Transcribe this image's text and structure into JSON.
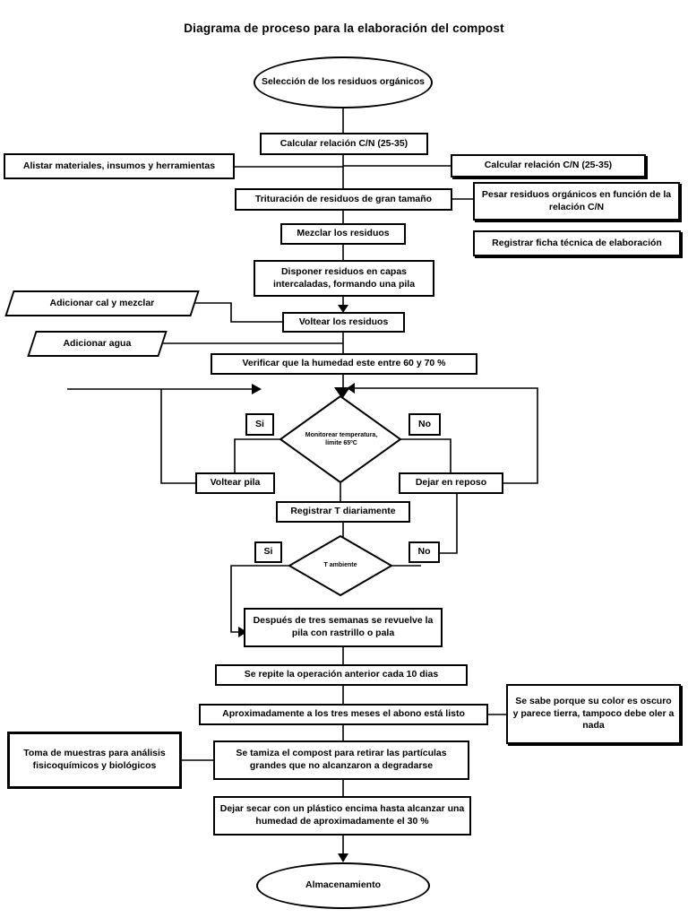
{
  "title": "Diagrama de proceso para la elaboración del compost",
  "colors": {
    "stroke": "#000000",
    "background": "#ffffff"
  },
  "nodes": {
    "start": "Selección de los residuos orgánicos",
    "calc_cn": "Calcular relación C/N (25-35)",
    "alistar": "Alistar materiales, insumos y herramientas",
    "calc_cn_right": "Calcular relación C/N (25-35)",
    "trituracion": "Trituración de residuos de gran tamaño",
    "pesar": "Pesar residuos orgánicos en función de la relación C/N",
    "ficha": "Registrar ficha técnica de elaboración",
    "mezclar": "Mezclar los residuos",
    "disponer": "Disponer residuos en capas intercaladas, formando una pila",
    "cal": "Adicionar cal y mezclar",
    "agua": "Adicionar agua",
    "voltear_residuos": "Voltear los residuos",
    "verificar": "Verificar que la humedad este entre 60 y 70 %",
    "monitorear": "Monitorear temperatura, límite 65ºC",
    "si1": "Si",
    "no1": "No",
    "voltear_pila": "Voltear pila",
    "reposo": "Dejar en reposo",
    "registrar_t": "Registrar T diariamente",
    "t_ambiente": "T ambiente",
    "si2": "Si",
    "no2": "No",
    "despues": "Después de tres semanas se revuelve la pila con rastrillo o pala",
    "repite": "Se repite la operación anterior cada 10 dias",
    "abono": "Aproximadamente a los tres meses el abono está listo",
    "se_sabe": "Se sabe porque su color es oscuro y parece tierra, tampoco debe oler a nada",
    "toma": "Toma de muestras para análisis fisicoquímicos y biológicos",
    "tamiza": "Se tamiza el compost para retirar las partículas grandes que no alcanzaron a degradarse",
    "secar": "Dejar secar con un plástico encima hasta alcanzar una humedad de aproximadamente el 30 %",
    "fin": "Almacenamiento"
  }
}
